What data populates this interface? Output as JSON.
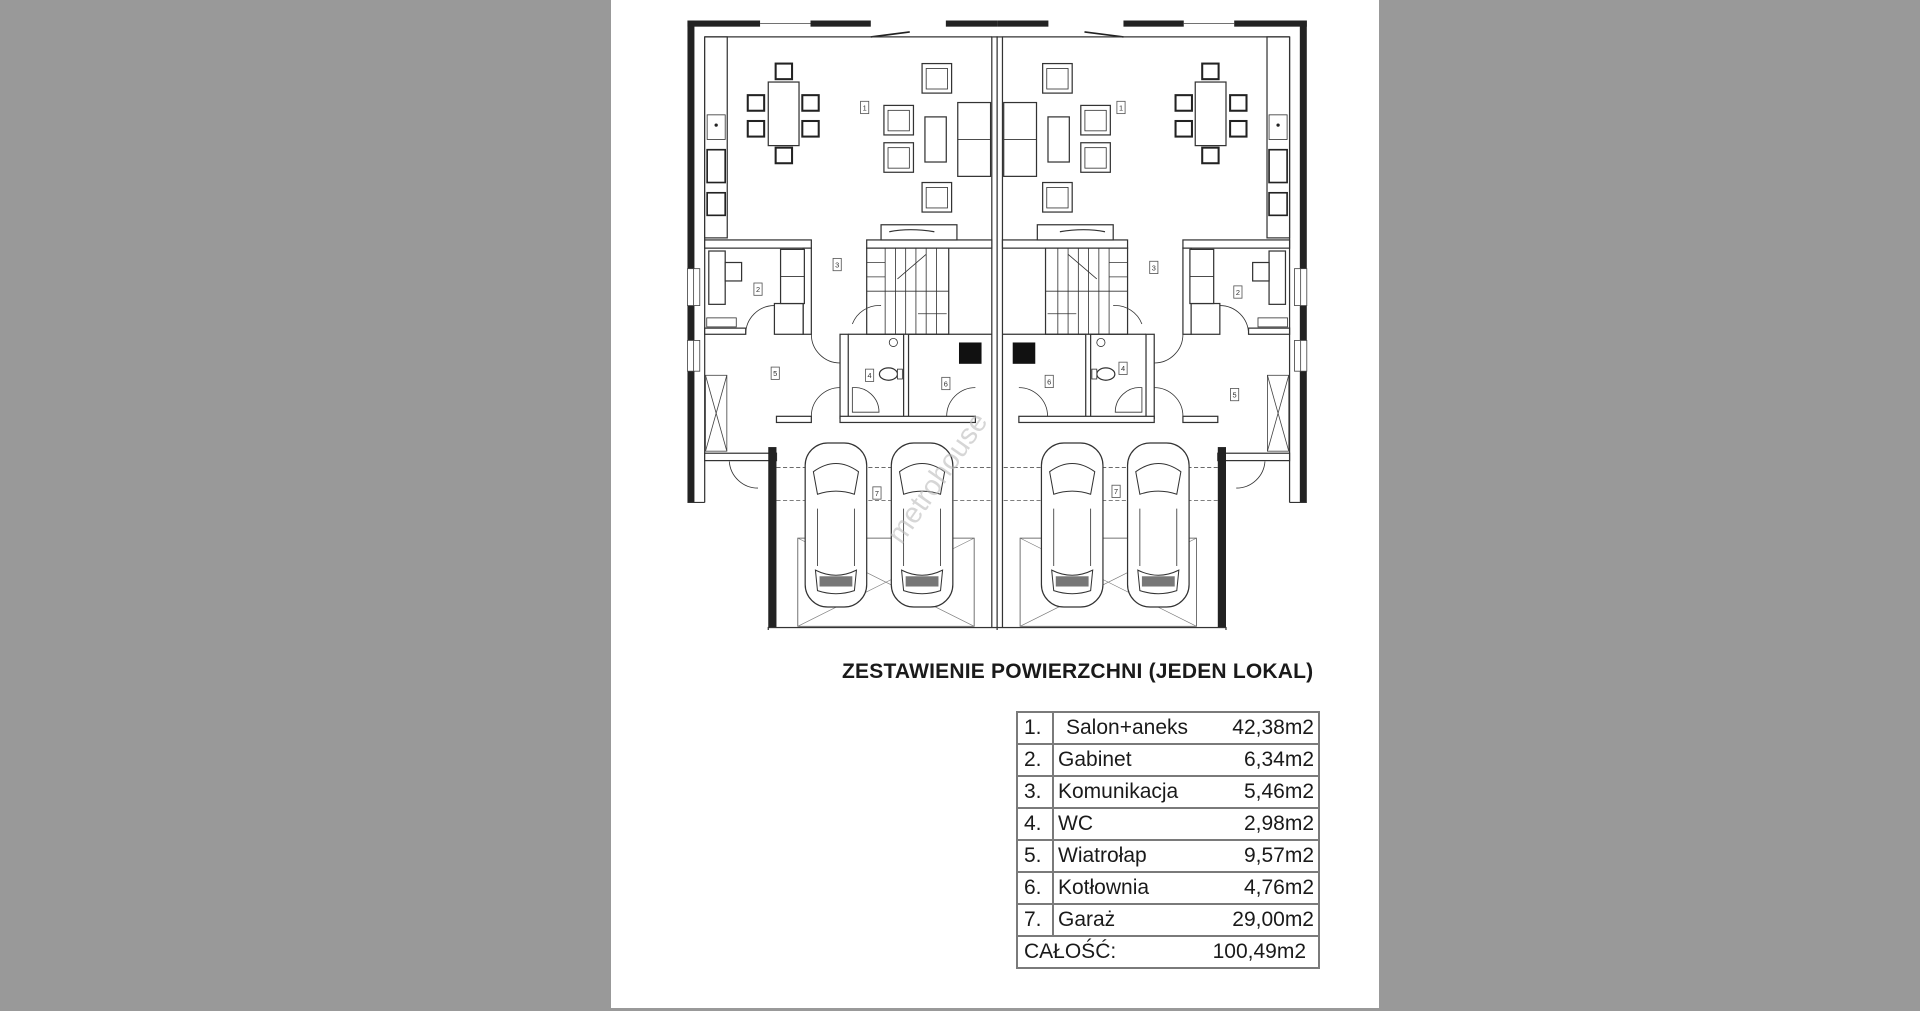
{
  "plan": {
    "watermark": "metrohouse",
    "room_labels_left": [
      "1",
      "3",
      "2",
      "5",
      "4",
      "6",
      "7"
    ],
    "room_labels_right": [
      "1",
      "3",
      "2",
      "4",
      "6",
      "5",
      "7"
    ]
  },
  "summary": {
    "title": "ZESTAWIENIE POWIERZCHNI (JEDEN LOKAL)",
    "rows": [
      {
        "no": "1.",
        "name": "Salon+aneks",
        "area": "42,38m2"
      },
      {
        "no": "2.",
        "name": "Gabinet",
        "area": "6,34m2"
      },
      {
        "no": "3.",
        "name": "Komunikacja",
        "area": "5,46m2"
      },
      {
        "no": "4.",
        "name": "WC",
        "area": "2,98m2"
      },
      {
        "no": "5.",
        "name": "Wiatrołap",
        "area": "9,57m2"
      },
      {
        "no": "6.",
        "name": "Kotłownia",
        "area": "4,76m2"
      },
      {
        "no": "7.",
        "name": "Garaż",
        "area": "29,00m2"
      }
    ],
    "total_label": "CAŁOŚĆ:",
    "total_area": "100,49m2"
  }
}
